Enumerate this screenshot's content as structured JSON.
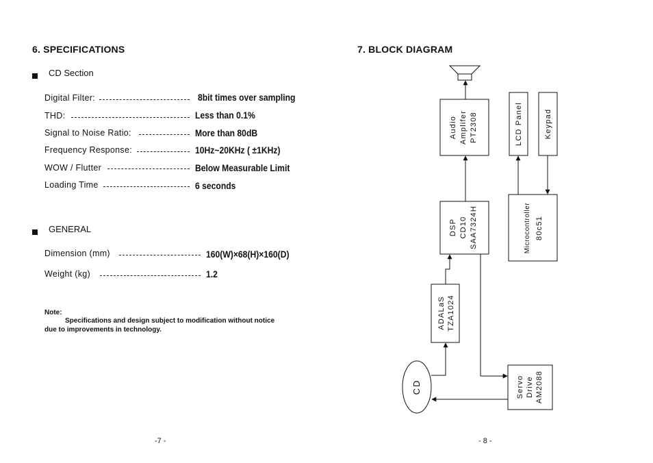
{
  "left": {
    "title": "6. SPECIFICATIONS",
    "cd_section": {
      "label": "CD Section",
      "rows": [
        {
          "label": "Digital Filter:",
          "value": "8bit times over sampling"
        },
        {
          "label": "THD:",
          "value": "Less than 0.1%"
        },
        {
          "label": "Signal to Noise Ratio:",
          "value": "More than 80dB"
        },
        {
          "label": "Frequency Response:",
          "value": "10Hz~20KHz ( ±1KHz)"
        },
        {
          "label": "WOW / Flutter",
          "value": "Below Measurable Limit"
        },
        {
          "label": "Loading Time",
          "value": "6 seconds"
        }
      ]
    },
    "general": {
      "label": "GENERAL",
      "rows": [
        {
          "label": "Dimension (mm)",
          "value": "160(W)×68(H)×160(D)"
        },
        {
          "label": "Weight (kg)",
          "value": "1.2"
        }
      ]
    },
    "note": {
      "heading": "Note:",
      "line1": "Specifications and design subject to modification without notice",
      "line2": "due to improvements in technology."
    },
    "page": "-7 -"
  },
  "right": {
    "title": "7. BLOCK DIAGRAM",
    "blocks": {
      "audio": [
        "Audio",
        "Amplifer",
        "PT2308"
      ],
      "lcd": [
        "LCD Panel"
      ],
      "keypad": [
        "Keypad"
      ],
      "dsp": [
        "DSP",
        "CD10",
        "SAA7324H"
      ],
      "micro": [
        "Microcontroller",
        "80c51"
      ],
      "adalas": [
        "ADALaS",
        "TZA1024"
      ],
      "cd": [
        "CD"
      ],
      "servo": [
        "Servo",
        "Drive",
        "AM2088"
      ]
    },
    "page": "- 8 -"
  }
}
